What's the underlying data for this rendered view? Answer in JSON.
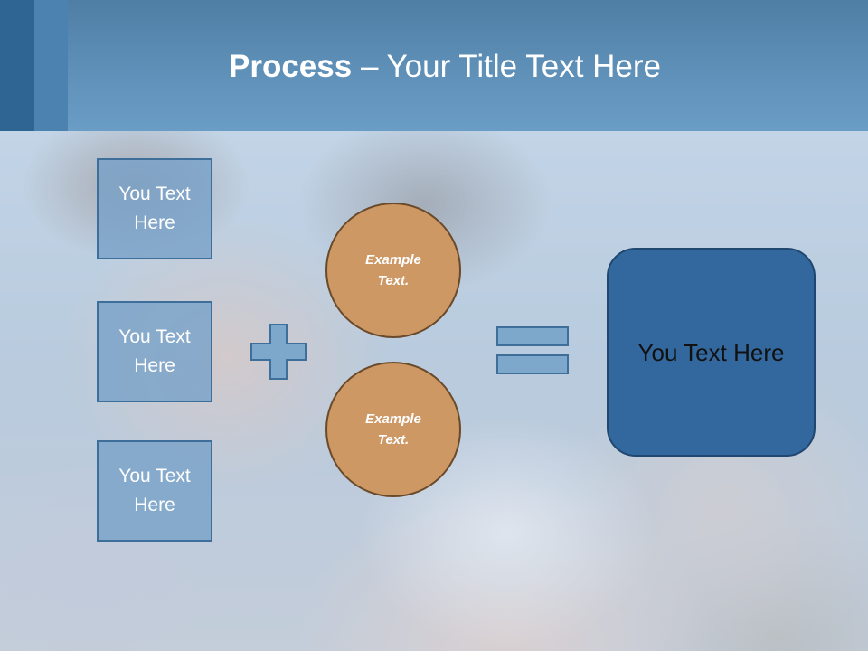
{
  "title": {
    "bold": "Process",
    "rest": " – Your Title Text Here"
  },
  "left_boxes": [
    {
      "label": "You Text Here"
    },
    {
      "label": "You Text Here"
    },
    {
      "label": "You Text Here"
    }
  ],
  "circles": [
    {
      "label": "Example Text."
    },
    {
      "label": "Example Text."
    }
  ],
  "result": {
    "label": "You Text Here"
  },
  "colors": {
    "header": "#5c8db5",
    "box_fill": "#76a0c8",
    "box_border": "#3d6f9a",
    "circle_fill": "#cd9864",
    "circle_border": "#6b4a2a",
    "result_fill": "#33689e",
    "result_border": "#20476f"
  }
}
